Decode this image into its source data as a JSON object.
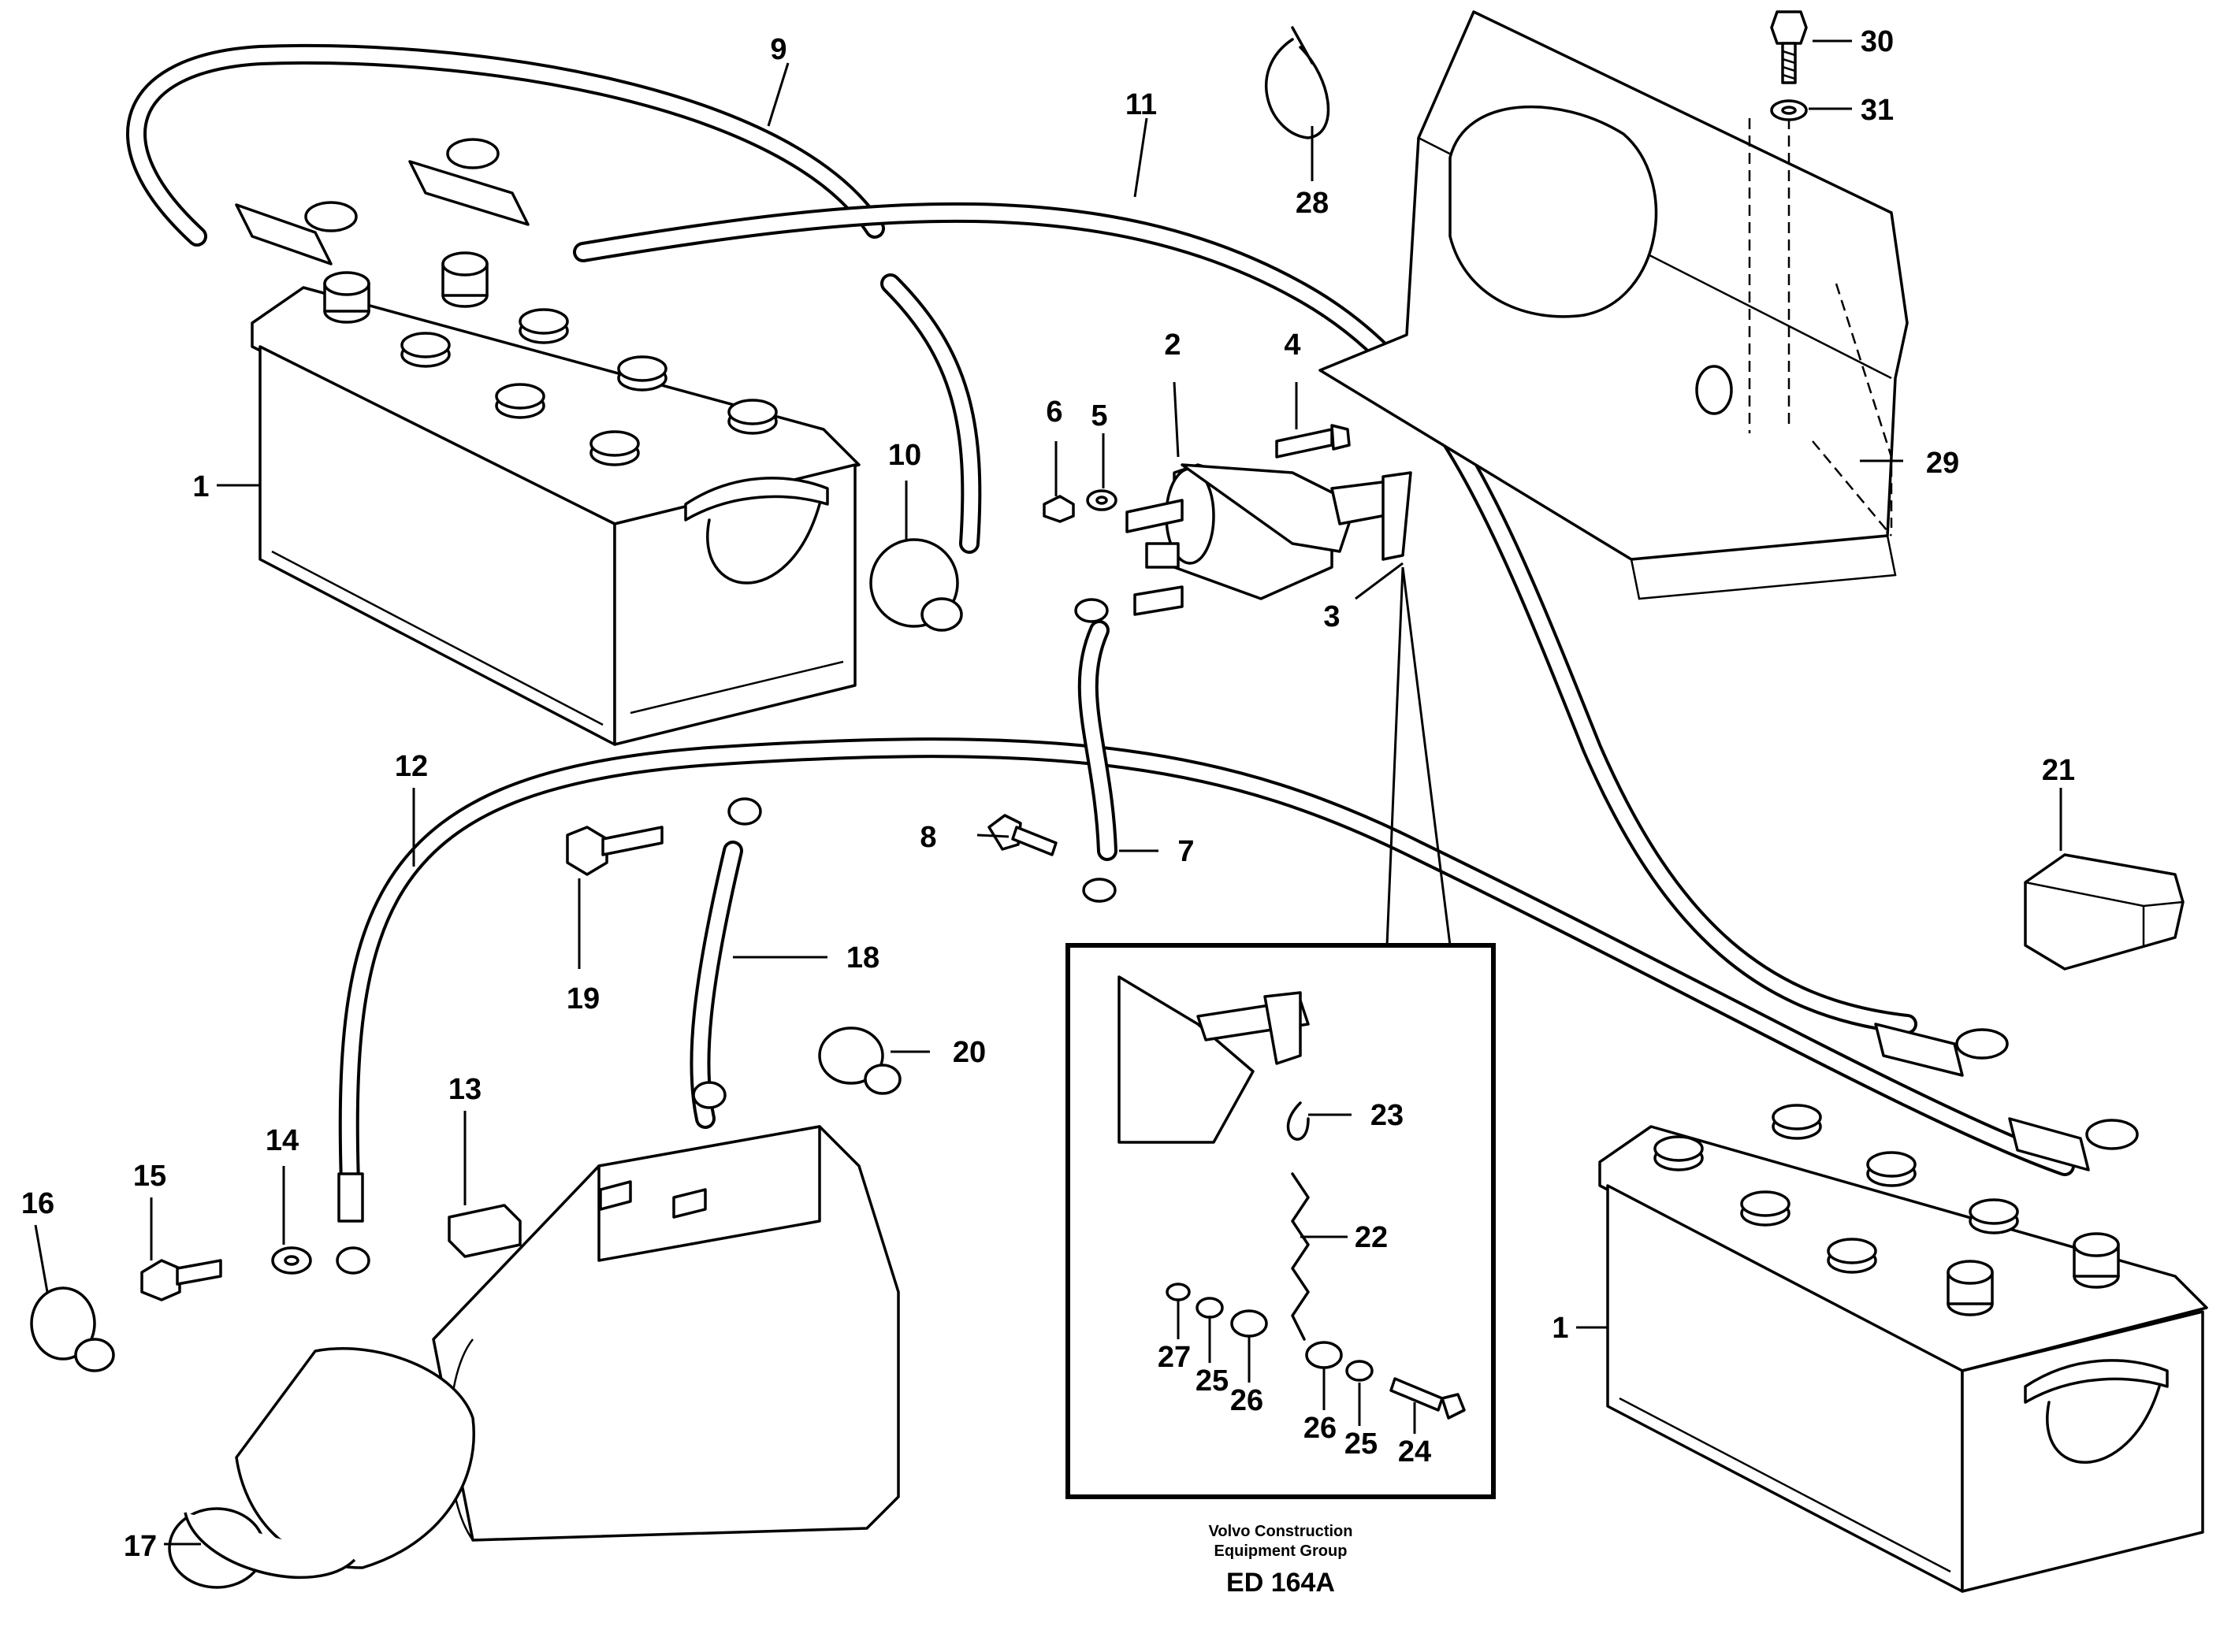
{
  "diagram": {
    "callouts": {
      "c1a": "1",
      "c1b": "1",
      "c2": "2",
      "c3": "3",
      "c4": "4",
      "c5": "5",
      "c6": "6",
      "c7": "7",
      "c8": "8",
      "c9": "9",
      "c10": "10",
      "c11": "11",
      "c12": "12",
      "c13": "13",
      "c14": "14",
      "c15": "15",
      "c16": "16",
      "c17": "17",
      "c18": "18",
      "c19": "19",
      "c20": "20",
      "c21": "21",
      "c22": "22",
      "c23": "23",
      "c24": "24",
      "c25a": "25",
      "c25b": "25",
      "c26a": "26",
      "c26b": "26",
      "c27": "27",
      "c28": "28",
      "c29": "29",
      "c30": "30",
      "c31": "31"
    },
    "footer": {
      "company_line1": "Volvo Construction",
      "company_line2": "Equipment Group",
      "drawing_code": "ED 164A"
    }
  }
}
